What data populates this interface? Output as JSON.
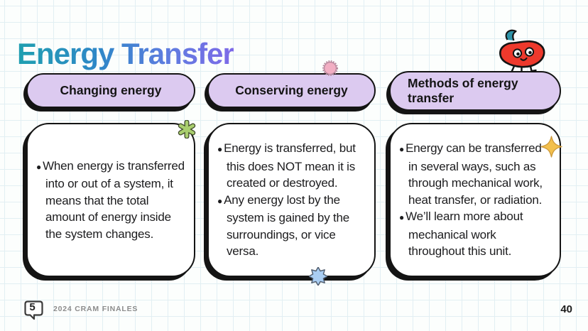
{
  "slide": {
    "title": "Energy Transfer",
    "footer_text": "2024 CRAM FINALES",
    "logo_number": "5",
    "page_number": "40"
  },
  "columns": [
    {
      "header": "Changing energy",
      "bullets": [
        "When energy is transferred into or out of a system, it means that the total amount of energy inside the system changes."
      ]
    },
    {
      "header": "Conserving energy",
      "bullets": [
        "Energy is transferred, but this does NOT mean it is created or destroyed.",
        "Any energy lost by the system is gained by the surroundings, or vice versa."
      ]
    },
    {
      "header": "Methods of energy transfer",
      "bullets": [
        "Energy can be transferred in several ways, such as through mechanical work, heat transfer, or radiation.",
        "We’ll learn more about mechanical work throughout this unit."
      ]
    }
  ],
  "decorations": {
    "chili_icon": "chili-pepper-mascot",
    "pink_gear_icon": "pink-scalloped-circle",
    "green_asterisk_icon": "green-asterisk",
    "blue_burst_icon": "blue-eight-point-star",
    "gold_sparkle_icon": "gold-four-point-sparkle"
  },
  "colors": {
    "title_gradient_start": "#1f9fb0",
    "title_gradient_mid": "#2f87c8",
    "title_gradient_end": "#7e6ae8",
    "header_pill_fill": "#dccaf0",
    "outline": "#141414",
    "grid_line": "#e2eff3",
    "background": "#fcfefd",
    "chili_red": "#ee392c",
    "stem_teal": "#2e93a8",
    "green_asterisk": "#a9ce6e",
    "pink_circle": "#f2aec3",
    "blue_star": "#a9cdf2",
    "gold_sparkle": "#f3c04d",
    "footer_gray": "#8c8c8c"
  }
}
